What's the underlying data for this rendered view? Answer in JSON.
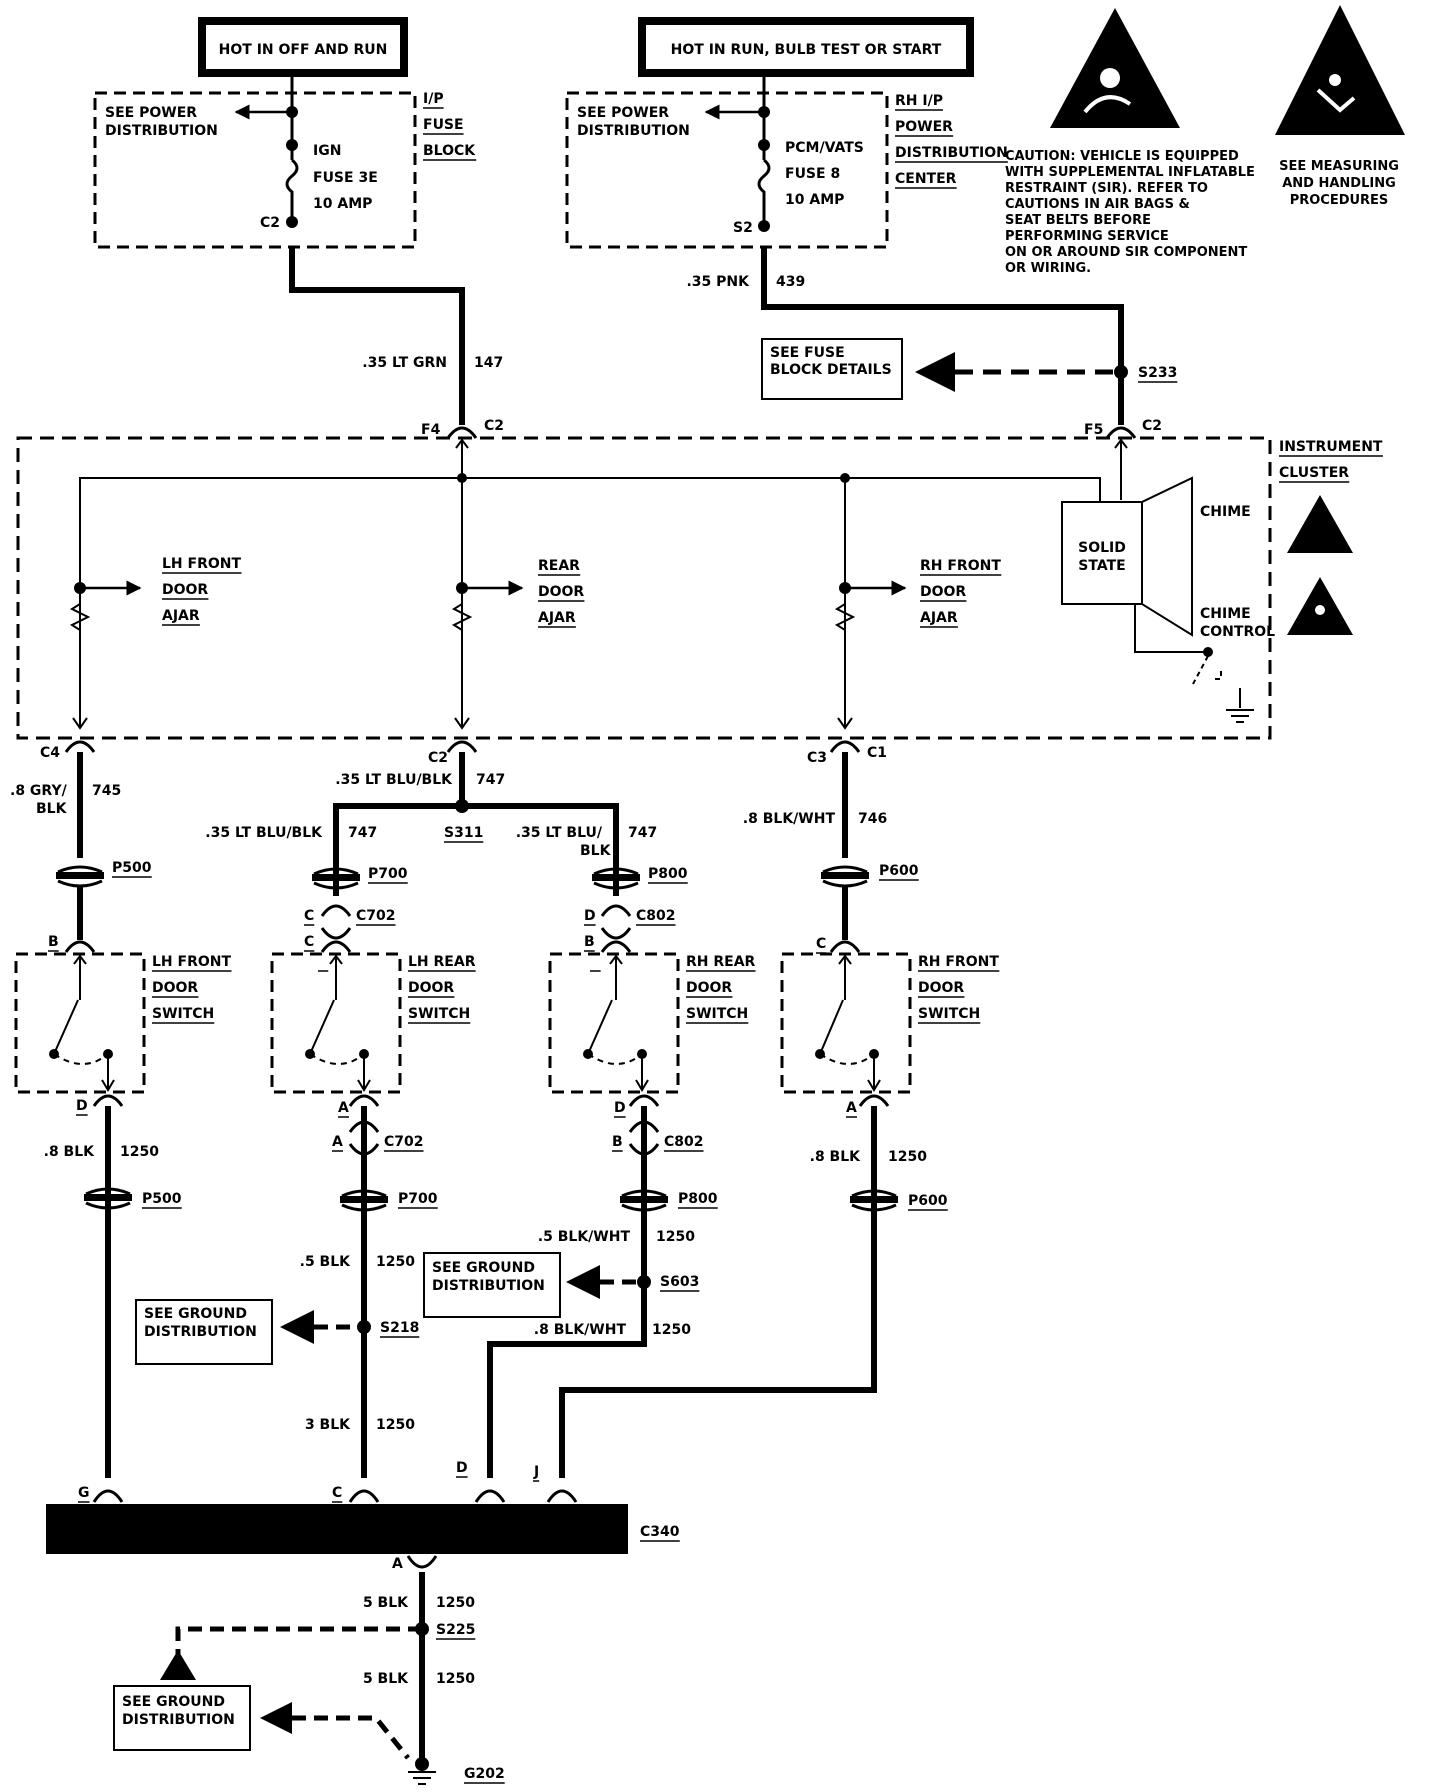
{
  "power_sources": {
    "left": "HOT IN OFF AND RUN",
    "right": "HOT IN RUN, BULB TEST OR START"
  },
  "fuse_block": {
    "see_power_dist": [
      "SEE POWER",
      "DISTRIBUTION"
    ],
    "name": [
      "I/P",
      "FUSE",
      "BLOCK"
    ],
    "fuse_lines": [
      "IGN",
      "FUSE 3E",
      "10 AMP"
    ],
    "terminal": "C2"
  },
  "power_center": {
    "see_power_dist": [
      "SEE POWER",
      "DISTRIBUTION"
    ],
    "name": [
      "RH I/P",
      "POWER",
      "DISTRIBUTION",
      "CENTER"
    ],
    "fuse_lines": [
      "PCM/VATS",
      "FUSE 8",
      "10 AMP"
    ],
    "terminal": "S2"
  },
  "caution": {
    "sir_text": [
      "CAUTION: VEHICLE IS EQUIPPED",
      "WITH SUPPLEMENTAL INFLATABLE",
      "RESTRAINT (SIR). REFER TO",
      "CAUTIONS IN AIR BAGS &",
      "SEAT BELTS BEFORE",
      "PERFORMING SERVICE",
      "ON OR AROUND SIR COMPONENT",
      "OR WIRING."
    ],
    "esd_text": [
      "SEE MEASURING",
      "AND HANDLING",
      "PROCEDURES"
    ]
  },
  "wires": {
    "w147_gauge": ".35 LT GRN",
    "w147_circuit": "147",
    "w439_gauge": ".35 PNK",
    "w439_circuit": "439",
    "w745_gauge": [
      ".8 GRY/",
      "BLK"
    ],
    "w745_circuit": "745",
    "w747_top_gauge": ".35 LT BLU/BLK",
    "w747_top_circuit": "747",
    "w747_left_gauge": ".35 LT BLU/BLK",
    "w747_left_circuit": "747",
    "w747_right_gauge": [
      ".35 LT BLU/",
      "BLK"
    ],
    "w747_right_circuit": "747",
    "w746_gauge": ".8 BLK/WHT",
    "w746_circuit": "746",
    "g1_gauge": ".8 BLK",
    "g1_circuit": "1250",
    "g2_gauge": ".5 BLK",
    "g2_circuit": "1250",
    "g2b_gauge": "3 BLK",
    "g2b_circuit": "1250",
    "g3_gauge": ".5 BLK/WHT",
    "g3_circuit": "1250",
    "g3b_gauge": ".8 BLK/WHT",
    "g3b_circuit": "1250",
    "g4_gauge": ".8 BLK",
    "g4_circuit": "1250",
    "g5_gauge": "5 BLK",
    "g5_circuit": "1250",
    "g6_gauge": "5 BLK",
    "g6_circuit": "1250"
  },
  "fuse_details": {
    "label": [
      "SEE FUSE",
      "BLOCK DETAILS"
    ],
    "splice": "S233"
  },
  "cluster": {
    "name": [
      "INSTRUMENT",
      "CLUSTER"
    ],
    "in_left_pin": "F4",
    "in_left_conn": "C2",
    "in_right_pin": "F5",
    "in_right_conn": "C2",
    "lh_front": [
      "LH FRONT",
      "DOOR",
      "AJAR"
    ],
    "rear": [
      "REAR",
      "DOOR",
      "AJAR"
    ],
    "rh_front": [
      "RH FRONT",
      "DOOR",
      "AJAR"
    ],
    "solid_state": [
      "SOLID",
      "STATE"
    ],
    "chime": "CHIME",
    "chime_control": [
      "CHIME",
      "CONTROL"
    ],
    "out1_pin": "C4",
    "out2_pin": "C2",
    "out3_pin": "C3",
    "out3_conn": "C1"
  },
  "splice_s311": "S311",
  "connectors": {
    "p500": "P500",
    "p700": "P700",
    "p800": "P800",
    "p600": "P600",
    "c702": "C702",
    "c802": "C802",
    "p500_b": "P500",
    "p700_b": "P700",
    "p800_b": "P800",
    "p600_b": "P600",
    "c702_b": "C702",
    "c802_b": "C802",
    "c702_pin_top": "C",
    "c702_pin_top2": "C",
    "c802_pin_top": "D",
    "c802_pin_top2": "B",
    "c702_pin_bot": "A",
    "c802_pin_bot": "B"
  },
  "switches": {
    "lh_front": [
      "LH FRONT",
      "DOOR",
      "SWITCH"
    ],
    "lh_front_top": "B",
    "lh_front_bot": "D",
    "lh_rear": [
      "LH REAR",
      "DOOR",
      "SWITCH"
    ],
    "lh_rear_top": "C",
    "lh_rear_bot": "A",
    "rh_rear": [
      "RH REAR",
      "DOOR",
      "SWITCH"
    ],
    "rh_rear_top": "B",
    "rh_rear_bot": "D",
    "rh_front": [
      "RH FRONT",
      "DOOR",
      "SWITCH"
    ],
    "rh_front_top": "C",
    "rh_front_bot": "A"
  },
  "ground_refs": {
    "gd1": [
      "SEE GROUND",
      "DISTRIBUTION"
    ],
    "s218": "S218",
    "gd2": [
      "SEE GROUND",
      "DISTRIBUTION"
    ],
    "s603": "S603",
    "gd3": [
      "SEE GROUND",
      "DISTRIBUTION"
    ],
    "s225": "S225",
    "g202": "G202"
  },
  "c340": {
    "name": "C340",
    "pins": [
      "G",
      "C",
      "D",
      "J"
    ],
    "out_pin": "A"
  }
}
